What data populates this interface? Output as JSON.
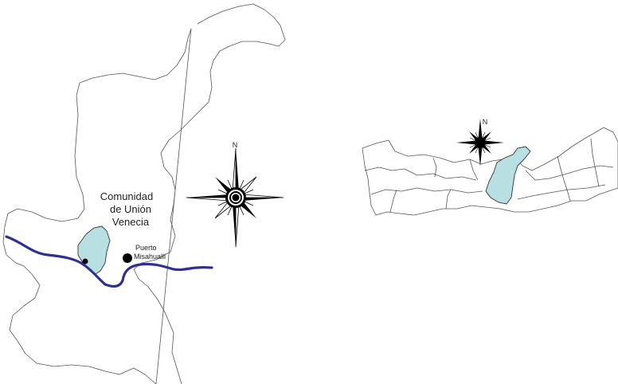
{
  "labels": {
    "community_line1": "Comunidad",
    "community_line2": "de Unión",
    "community_line3": "Venecia",
    "town_line1": "Puerto",
    "town_line2": "Misahualli",
    "north_main": "N",
    "north_inset": "N"
  },
  "colors": {
    "community_fill": "#b8dfe2",
    "river": "#2e3192",
    "boundary": "#555555",
    "background": "#ffffff"
  },
  "icons": {
    "compass_main": "compass-rose-icon",
    "compass_inset": "compass-rose-icon",
    "town_marker": "filled-circle-icon"
  }
}
